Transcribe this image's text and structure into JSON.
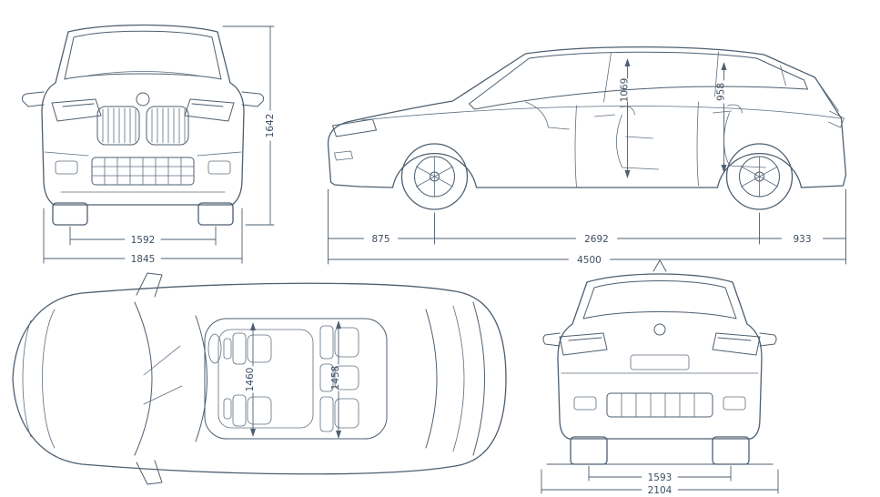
{
  "diagram": {
    "subject": "vehicle-dimensions-blueprint",
    "colors": {
      "line": "#4e5f70",
      "label": "#3d4e61",
      "background": "#ffffff"
    }
  },
  "views": {
    "front": {
      "name": "front-view",
      "dims": {
        "track_width": "1592",
        "overall_width": "1845",
        "overall_height": "1642"
      }
    },
    "side": {
      "name": "side-view",
      "dims": {
        "front_headroom": "1069",
        "rear_headroom": "958",
        "front_overhang": "875",
        "wheelbase": "2692",
        "rear_overhang": "933",
        "overall_length": "4500"
      }
    },
    "top": {
      "name": "top-view",
      "dims": {
        "front_interior_width": "1460",
        "rear_interior_width": "1458"
      }
    },
    "rear": {
      "name": "rear-view",
      "dims": {
        "rear_track": "1593",
        "width_incl_mirrors": "2104"
      }
    }
  }
}
